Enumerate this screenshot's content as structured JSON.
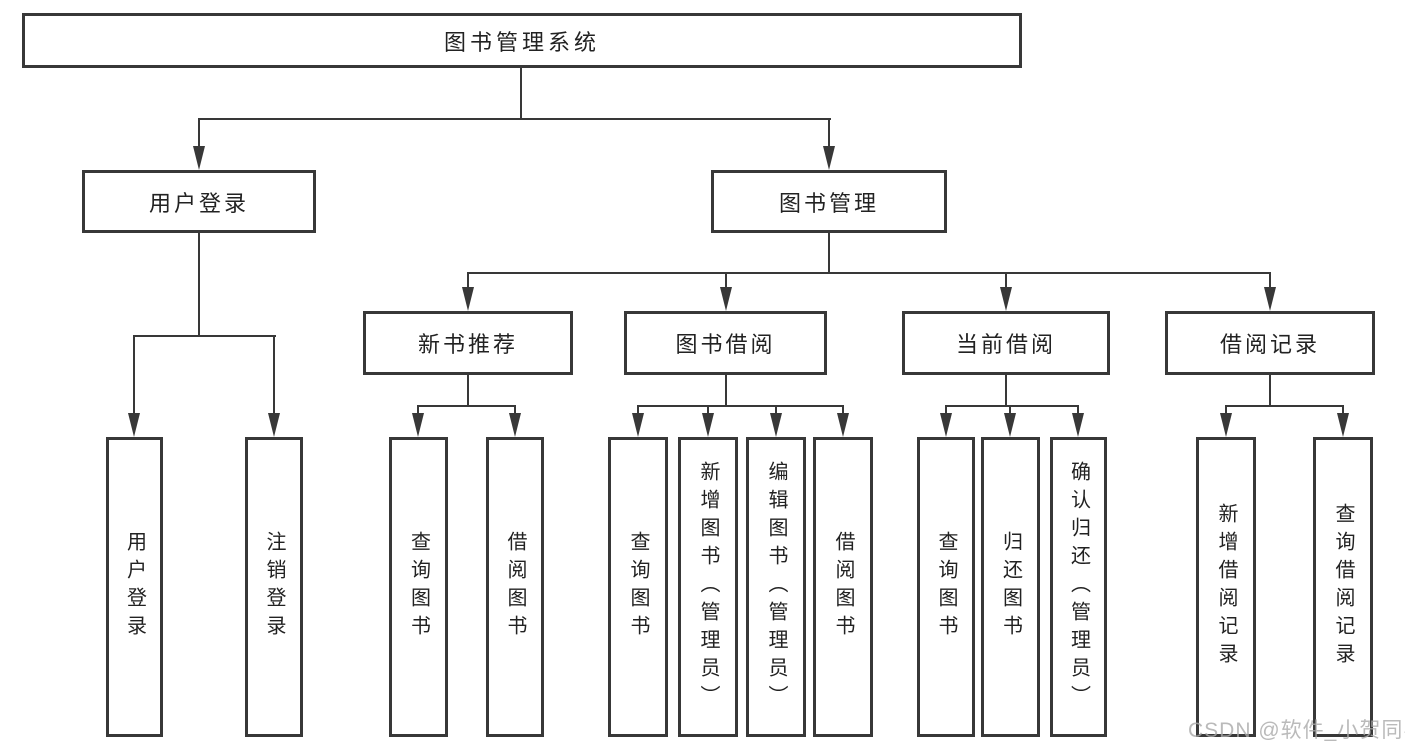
{
  "colors": {
    "line": "#383838",
    "text": "#222222",
    "background": "#ffffff",
    "watermark": "#a9a9a9"
  },
  "tree": {
    "root": "图书管理系统",
    "children": [
      {
        "label": "用户登录",
        "children": [
          {
            "label": "用户登录"
          },
          {
            "label": "注销登录"
          }
        ]
      },
      {
        "label": "图书管理",
        "children": [
          {
            "label": "新书推荐",
            "children": [
              {
                "label": "查询图书"
              },
              {
                "label": "借阅图书"
              }
            ]
          },
          {
            "label": "图书借阅",
            "children": [
              {
                "label": "查询图书"
              },
              {
                "label": "新增图书（管理员）"
              },
              {
                "label": "编辑图书（管理员）"
              },
              {
                "label": "借阅图书"
              }
            ]
          },
          {
            "label": "当前借阅",
            "children": [
              {
                "label": "查询图书"
              },
              {
                "label": "归还图书"
              },
              {
                "label": "确认归还（管理员）"
              }
            ]
          },
          {
            "label": "借阅记录",
            "children": [
              {
                "label": "新增借阅记录"
              },
              {
                "label": "查询借阅记录"
              }
            ]
          }
        ]
      }
    ]
  },
  "watermark": {
    "text": "CSDN @软件_小贺同学"
  }
}
